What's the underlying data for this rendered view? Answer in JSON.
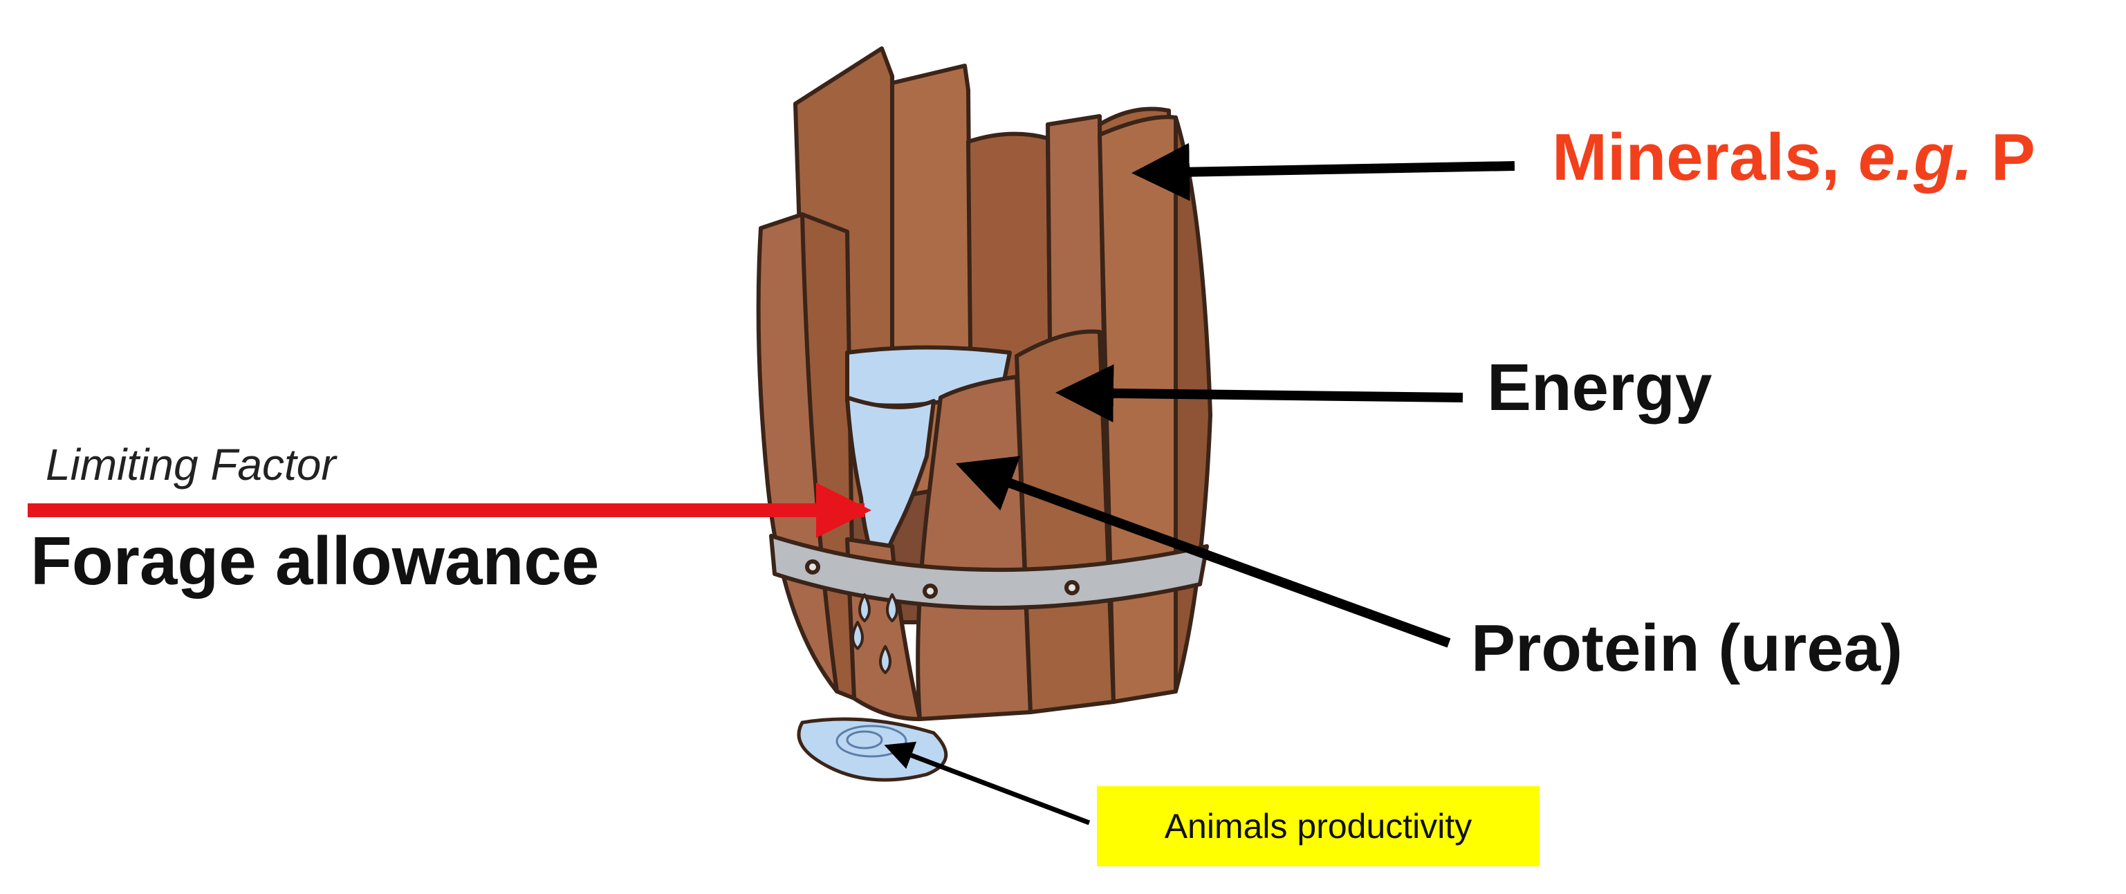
{
  "labels": {
    "minerals_prefix": "Minerals, ",
    "minerals_eg": "e.g.",
    "minerals_suffix": " P",
    "energy": "Energy",
    "protein": "Protein (urea)",
    "limiting_factor": "Limiting Factor",
    "forage_allowance": "Forage allowance",
    "animals_productivity": "Animals productivity"
  },
  "colors": {
    "minerals_text": "#f2401c",
    "limiting_arrow": "#e8141b",
    "pointer_arrows": "#000000",
    "stave_fill": "#a8694a",
    "stave_outline": "#3b2418",
    "hoop": "#b9bcc0",
    "water": "#bcd7f2",
    "highlight_box": "#ffff00"
  }
}
